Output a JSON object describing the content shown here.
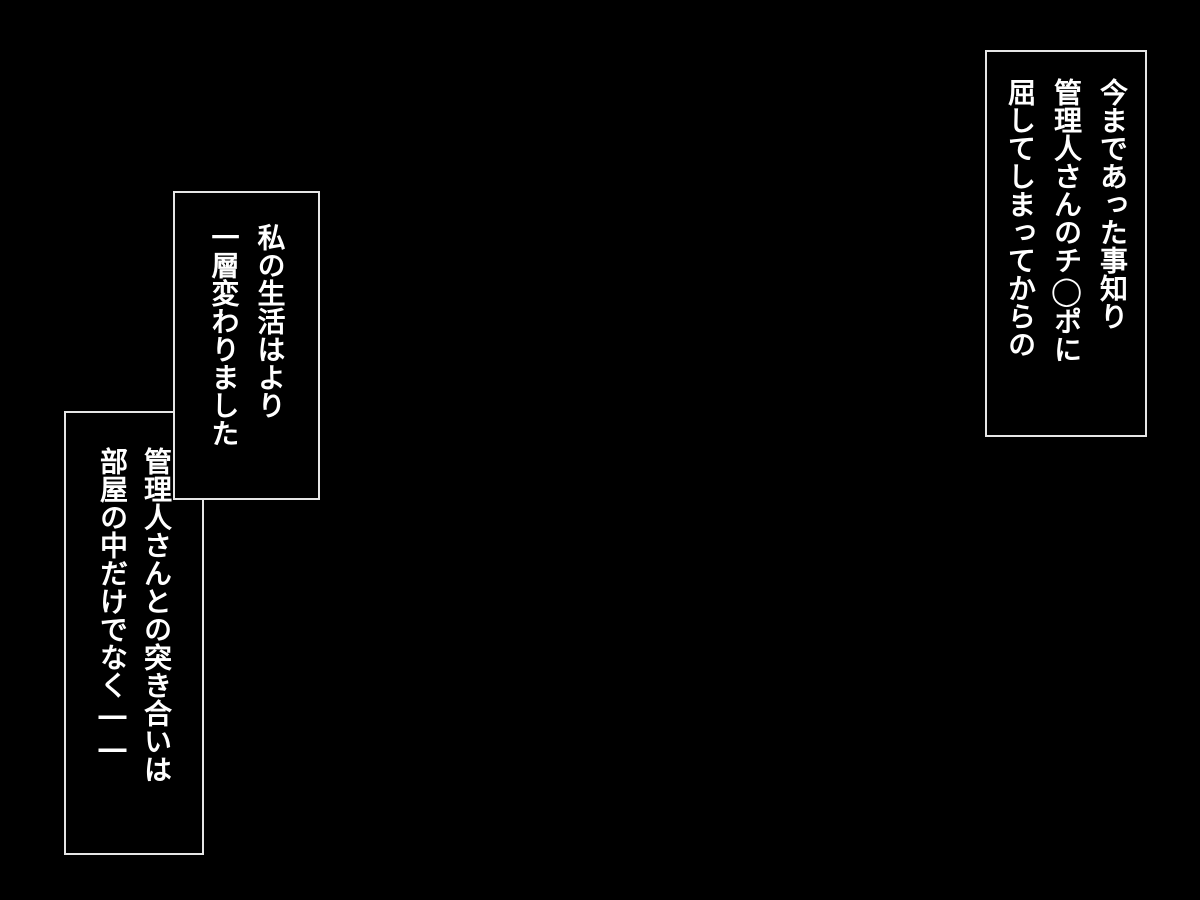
{
  "captions": {
    "top_right": {
      "lines": [
        "今まであった事知り",
        "管理人さんのチ◯ポに",
        "屈してしまってからの"
      ]
    },
    "middle": {
      "lines": [
        "私の生活はより",
        "一層変わりました"
      ]
    },
    "bottom": {
      "lines": [
        "管理人さんとの突き合いは",
        "部屋の中だけでなく――"
      ]
    }
  },
  "colors": {
    "background": "#000000",
    "text": "#ffffff",
    "border": "#e6e6e6"
  }
}
